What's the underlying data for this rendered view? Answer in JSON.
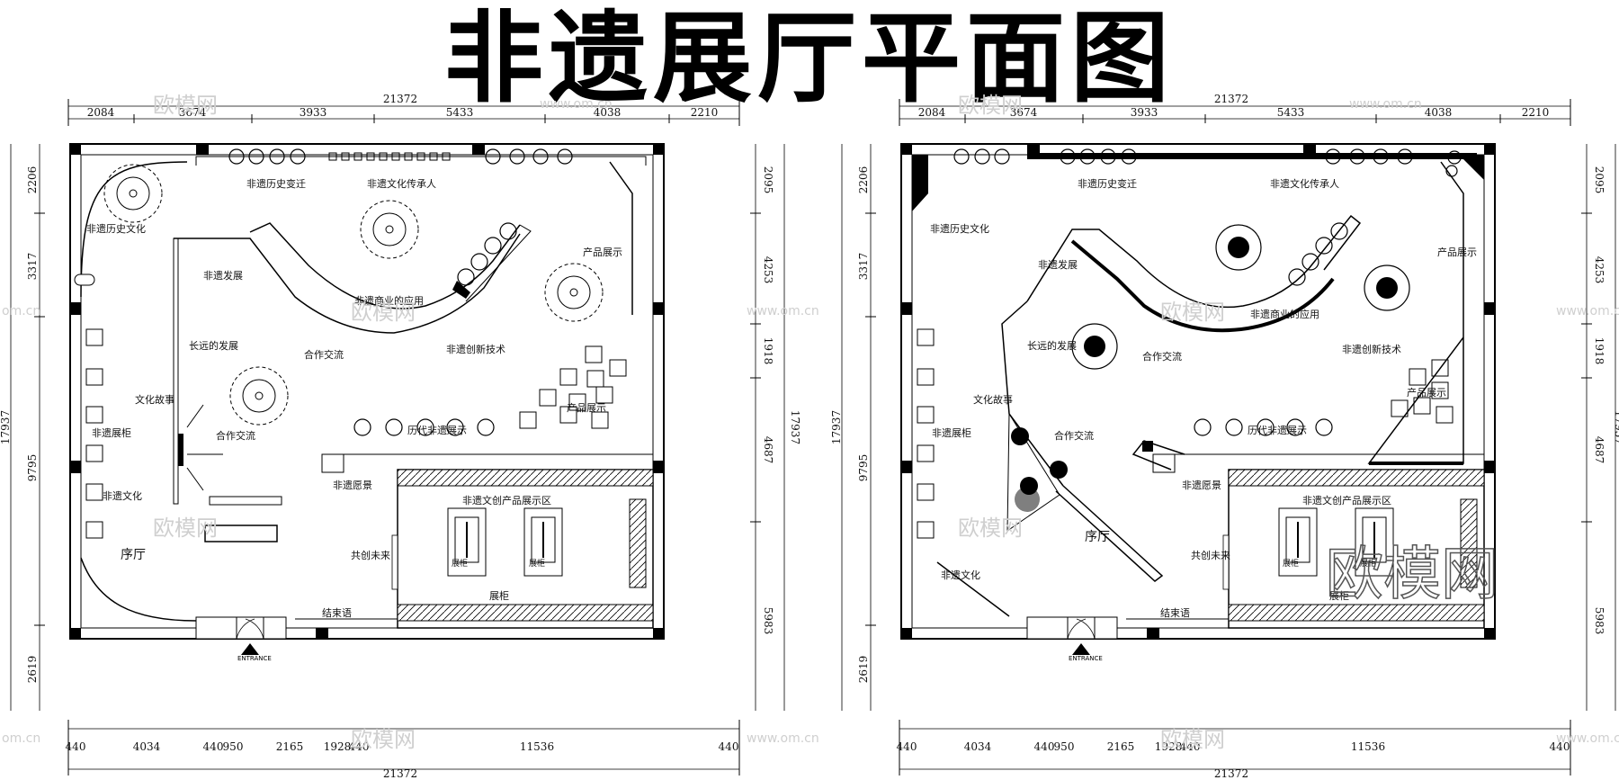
{
  "title": "非遗展厅平面图",
  "watermarks": {
    "brand": "欧模网",
    "site": "www.om.cn",
    "site_short": "om.cn"
  },
  "entrance_label": "ENTRANCE",
  "dimensions": {
    "overall_width": "21372",
    "overall_height": "17937",
    "top": [
      "2084",
      "3674",
      "3933",
      "5433",
      "4038",
      "2210"
    ],
    "bottom": [
      "440",
      "4034",
      "440",
      "950",
      "2165",
      "1928",
      "440",
      "11536",
      "440"
    ],
    "left": [
      "2206",
      "3317",
      "9795",
      "2619"
    ],
    "right": [
      "2095",
      "4253",
      "1918",
      "4687",
      "5983"
    ]
  },
  "plans": [
    {
      "name": "left",
      "labels": {
        "history_change": "非遗历史变迁",
        "inheritors": "非遗文化传承人",
        "history_culture": "非遗历史文化",
        "product_display_top": "产品展示",
        "development": "非遗发展",
        "commercial_use": "非遗商业的应用",
        "long_term": "长远的发展",
        "cooperation": "合作交流",
        "innovation": "非遗创新技术",
        "culture_story": "文化故事",
        "product_display_mid": "产品展示",
        "showcase": "非遗展柜",
        "cooperation_2": "合作交流",
        "historic_display": "历代非遗展示",
        "vision": "非遗愿景",
        "creative_zone": "非遗文创产品展示区",
        "culture": "非遗文化",
        "lobby": "序厅",
        "co_create": "共创未来",
        "cabinet_a": "展柜",
        "cabinet_b": "展柜",
        "cabinet_bottom": "展柜",
        "epilogue": "结束语"
      }
    },
    {
      "name": "right",
      "labels": {
        "history_change": "非遗历史变迁",
        "inheritors": "非遗文化传承人",
        "history_culture": "非遗历史文化",
        "product_display_top": "产品展示",
        "development": "非遗发展",
        "commercial_use": "非遗商业的应用",
        "long_term": "长远的发展",
        "cooperation": "合作交流",
        "innovation": "非遗创新技术",
        "culture_story": "文化故事",
        "product_display_mid": "产品展示",
        "showcase": "非遗展柜",
        "cooperation_2": "合作交流",
        "historic_display": "历代非遗展示",
        "vision": "非遗愿景",
        "creative_zone": "非遗文创产品展示区",
        "culture": "非遗文化",
        "lobby": "序厅",
        "co_create": "共创未来",
        "cabinet_a": "展柜",
        "cabinet_b": "展柜",
        "cabinet_bottom": "展柜",
        "epilogue": "结束语"
      }
    }
  ]
}
